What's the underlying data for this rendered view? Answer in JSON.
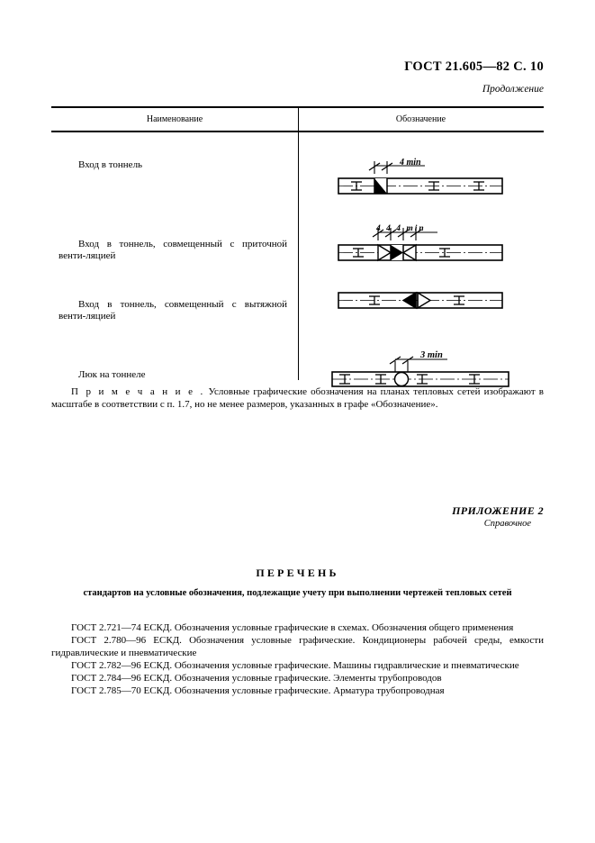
{
  "header": {
    "standard_ref": "ГОСТ 21.605—82 С. 10",
    "continuation": "Продолжение"
  },
  "table": {
    "columns": [
      "Наименование",
      "Обозначение"
    ],
    "rows": [
      {
        "name": "Вход в тоннель",
        "dimension_label": "4 min",
        "figure": "tunnel-entrance"
      },
      {
        "name": "Вход в тоннель, совмещенный с приточной венти-ляцией",
        "dimension_label": "4  4  4   min",
        "figure": "tunnel-entrance-supply-ventilation"
      },
      {
        "name": "Вход в тоннель, совмещенный с вытяжной венти-ляцией",
        "dimension_label": "",
        "figure": "tunnel-entrance-exhaust-ventilation"
      },
      {
        "name": "Люк на тоннеле",
        "dimension_label": "3 min",
        "figure": "tunnel-hatch"
      }
    ]
  },
  "note": {
    "label": "П р и м е ч а н и е .",
    "text": " Условные графические обозначения на планах тепловых сетей изображают в масштабе в соответствии с п.  1.7, но не менее размеров, указанных в графе «Обозначение»."
  },
  "appendix": {
    "title": "ПРИЛОЖЕНИЕ 2",
    "kind": "Справочное",
    "list_title": "ПЕРЕЧЕНЬ",
    "list_subtitle": "стандартов на условные обозначения, подлежащие учету при выполнении чертежей тепловых сетей"
  },
  "standards": [
    "ГОСТ 2.721—74 ЕСКД. Обозначения условные графические в схемах. Обозначения общего применения",
    "ГОСТ 2.780—96 ЕСКД. Обозначения условные графические. Кондиционеры рабочей среды, емкости гидравлические и пневматические",
    "ГОСТ 2.782—96 ЕСКД. Обозначения условные графические. Машины гидравлические и пневматические",
    "ГОСТ 2.784—96 ЕСКД. Обозначения условные графические. Элементы трубопроводов",
    "ГОСТ 2.785—70 ЕСКД. Обозначения условные графические. Арматура трубопроводная"
  ],
  "colors": {
    "ink": "#000000",
    "paper": "#ffffff"
  }
}
